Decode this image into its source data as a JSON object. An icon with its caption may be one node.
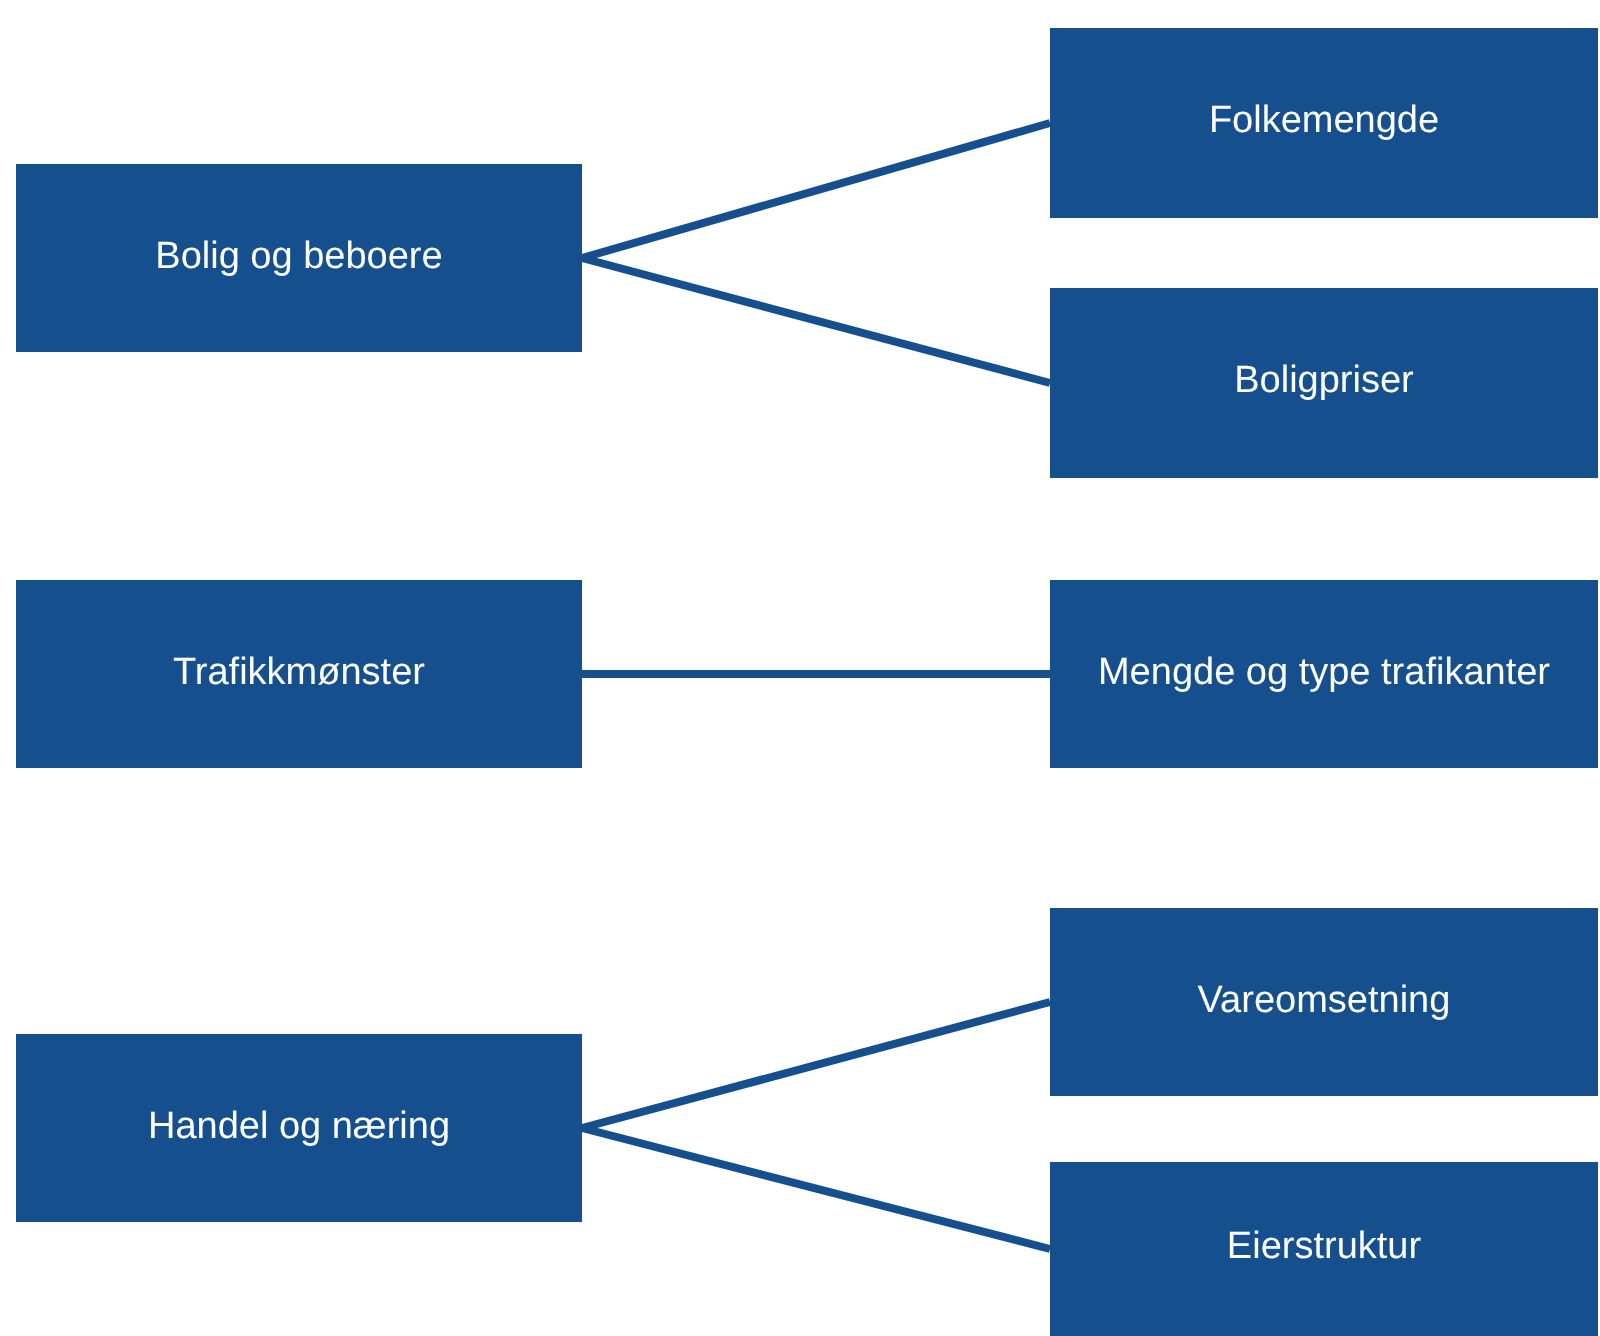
{
  "diagram": {
    "nodes": [
      {
        "text": [
          "Bolig og beboere"
        ]
      },
      {
        "text": [
          "Folkemengde"
        ]
      },
      {
        "text": [
          "Boligpriser"
        ]
      },
      {
        "text": [
          "Trafikkmønster"
        ]
      },
      {
        "text": [
          "Mengde og type trafikanter"
        ]
      },
      {
        "text": [
          "Handel og næring"
        ]
      },
      {
        "text": [
          "Vareomsetning"
        ]
      },
      {
        "text": [
          "Eierstruktur"
        ]
      }
    ],
    "edges": [
      {
        "from": 0,
        "to": 1,
        "arrow": "none"
      },
      {
        "from": 0,
        "to": 2,
        "arrow": "none"
      },
      {
        "from": 3,
        "to": 4,
        "arrow": "none"
      },
      {
        "from": 5,
        "to": 6,
        "arrow": "none"
      },
      {
        "from": 5,
        "to": 7,
        "arrow": "none"
      }
    ]
  }
}
